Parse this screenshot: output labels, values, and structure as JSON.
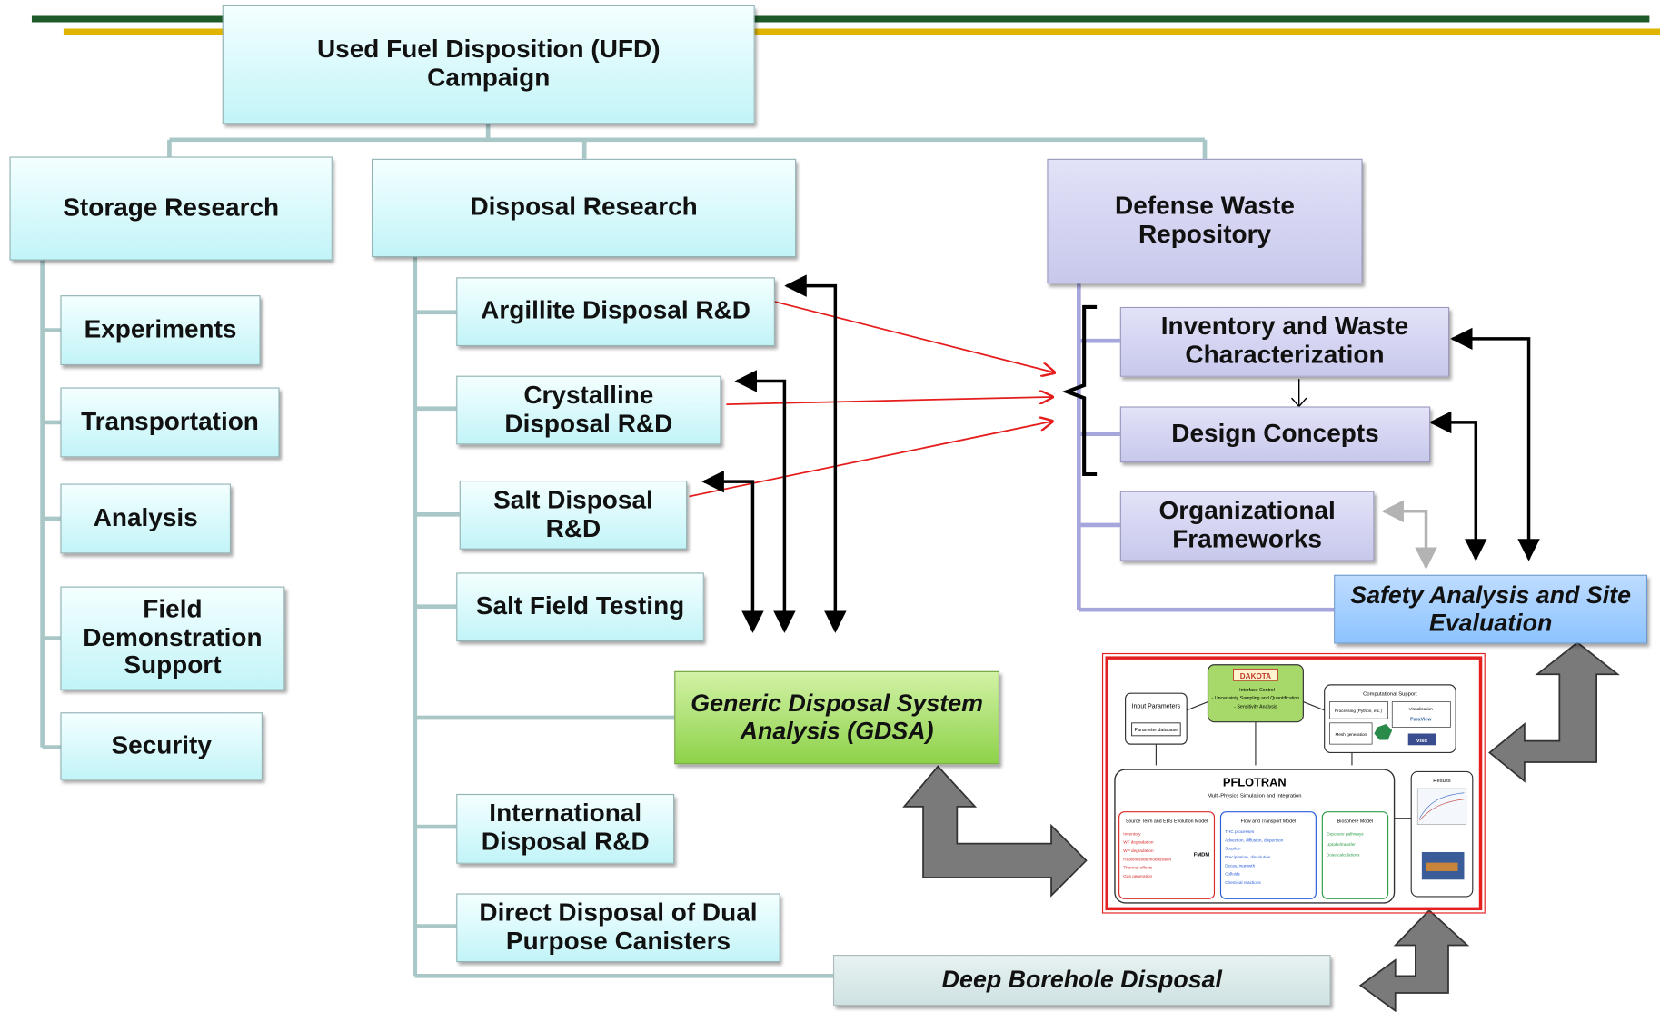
{
  "top": {
    "title": "Used Fuel Disposition (UFD) Campaign"
  },
  "branches": {
    "storage": "Storage Research",
    "disposal": "Disposal Research",
    "defense": "Defense Waste Repository"
  },
  "storage_items": [
    "Experiments",
    "Transportation",
    "Analysis",
    "Field Demonstration Support",
    "Security"
  ],
  "disposal_items": [
    "Argillite Disposal R&D",
    "Crystalline Disposal R&D",
    "Salt Disposal R&D",
    "Salt Field Testing",
    "International Disposal R&D",
    "Direct Disposal of Dual Purpose Canisters"
  ],
  "defense_items": [
    "Inventory and Waste Characterization",
    "Design Concepts",
    "Organizational Frameworks"
  ],
  "analysis": {
    "gdsa": "Generic Disposal System Analysis (GDSA)",
    "safety": "Safety Analysis and Site Evaluation",
    "deep_borehole": "Deep Borehole Disposal"
  },
  "pflotran_diagram": {
    "input_title": "Input Parameters",
    "input_db": "Parameter database",
    "dakota_name": "DAKOTA",
    "dakota_items": [
      "- Interface Control",
      "- Uncertainty Sampling and Quantification",
      "- Sensitivity Analysis"
    ],
    "comp_title": "Computational Support",
    "comp_items": [
      "Processing (Python, etc.)",
      "Visualization",
      "Mesh generation"
    ],
    "paraview": "ParaView",
    "visit": "VisIt",
    "main_title": "PFLOTRAN",
    "main_sub": "Multi-Physics Simulation and Integration",
    "results": "Results",
    "source_title": "Source Term and EBS Evolution Model",
    "source_items": [
      "Inventory",
      "WF degradation",
      "WP degradation",
      "Radionuclide mobilization",
      "Thermal effects",
      "Gas generation"
    ],
    "fmdm": "FMDM",
    "flow_title": "Flow and Transport Model",
    "flow_items": [
      "THC processes",
      "Advection, diffusion, dispersion",
      "Sorption",
      "Precipitation, dissolution",
      "Decay, ingrowth",
      "Colloids",
      "Chemical reactions"
    ],
    "bio_title": "Biosphere Model",
    "bio_items": [
      "Exposure pathways",
      "Uptake/transfer",
      "Dose calculations"
    ]
  },
  "colors": {
    "header_green": "#1f5a2a",
    "header_gold": "#e0b400",
    "connector_teal": "#a9c7c7",
    "connector_lavender": "#a6a6dd",
    "red_arrow": "#e51c1c",
    "gray_arrow": "#7a7a7a"
  }
}
